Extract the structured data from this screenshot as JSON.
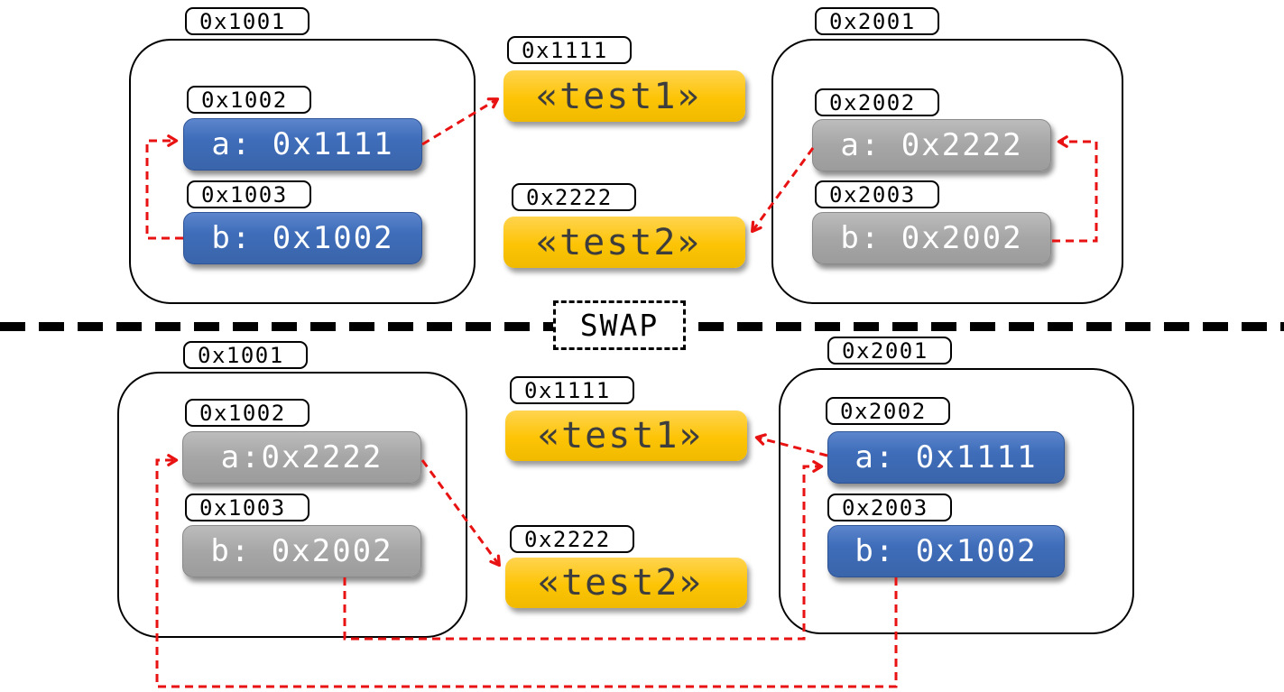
{
  "colors": {
    "slot_blue": "#3f6db9",
    "slot_gray": "#a6a6a6",
    "string_yellow": "#fdc405",
    "pointer_red": "#e81212",
    "outline_black": "#000000"
  },
  "divider": {
    "label": "SWAP"
  },
  "before": {
    "left_object": {
      "address": "0x1001",
      "slots": [
        {
          "address": "0x1002",
          "value": "a: 0x1111",
          "color": "blue"
        },
        {
          "address": "0x1003",
          "value": "b: 0x1002",
          "color": "blue"
        }
      ]
    },
    "strings": [
      {
        "address": "0x1111",
        "value": "«test1»"
      },
      {
        "address": "0x2222",
        "value": "«test2»"
      }
    ],
    "right_object": {
      "address": "0x2001",
      "slots": [
        {
          "address": "0x2002",
          "value": "a: 0x2222",
          "color": "gray"
        },
        {
          "address": "0x2003",
          "value": "b: 0x2002",
          "color": "gray"
        }
      ]
    }
  },
  "after": {
    "left_object": {
      "address": "0x1001",
      "slots": [
        {
          "address": "0x1002",
          "value": "a:0x2222",
          "color": "gray"
        },
        {
          "address": "0x1003",
          "value": "b: 0x2002",
          "color": "gray"
        }
      ]
    },
    "strings": [
      {
        "address": "0x1111",
        "value": "«test1»"
      },
      {
        "address": "0x2222",
        "value": "«test2»"
      }
    ],
    "right_object": {
      "address": "0x2001",
      "slots": [
        {
          "address": "0x2002",
          "value": "a: 0x1111",
          "color": "blue"
        },
        {
          "address": "0x2003",
          "value": "b: 0x1002",
          "color": "blue"
        }
      ]
    }
  }
}
